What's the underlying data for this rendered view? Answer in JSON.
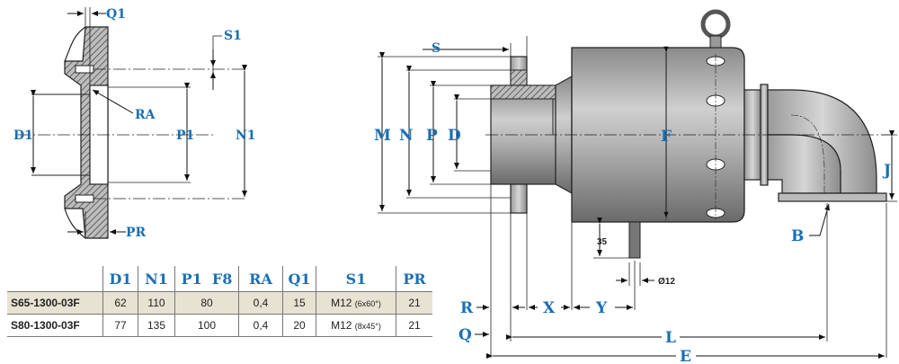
{
  "labels": {
    "Q1": "Q1",
    "S1": "S1",
    "RA": "RA",
    "D1": "D1",
    "P1": "P1",
    "N1": "N1",
    "PR": "PR",
    "S": "S",
    "M": "M",
    "N": "N",
    "P": "P",
    "D": "D",
    "F": "F",
    "J": "J",
    "B": "B",
    "R": "R",
    "Q": "Q",
    "X": "X",
    "Y": "Y",
    "L": "L",
    "E": "E",
    "dim35": "35",
    "dim12": "Ø12"
  },
  "table": {
    "headers": [
      "D1",
      "N1",
      "P1  F8",
      "RA",
      "Q1",
      "S1",
      "PR"
    ],
    "rows": [
      {
        "model": "S65-1300-03F",
        "D1": "62",
        "N1": "110",
        "P1": "80",
        "RA": "0,4",
        "Q1": "15",
        "S1": "M12",
        "S1_note": "(6x60°)",
        "PR": "21"
      },
      {
        "model": "S80-1300-03F",
        "D1": "77",
        "N1": "135",
        "P1": "100",
        "RA": "0,4",
        "Q1": "20",
        "S1": "M12",
        "S1_note": "(8x45°)",
        "PR": "21"
      }
    ]
  },
  "colors": {
    "label": "#1a6fb5",
    "body": "#9a9a9a",
    "bodyDark": "#6e6e6e",
    "hatch": "#555555"
  }
}
